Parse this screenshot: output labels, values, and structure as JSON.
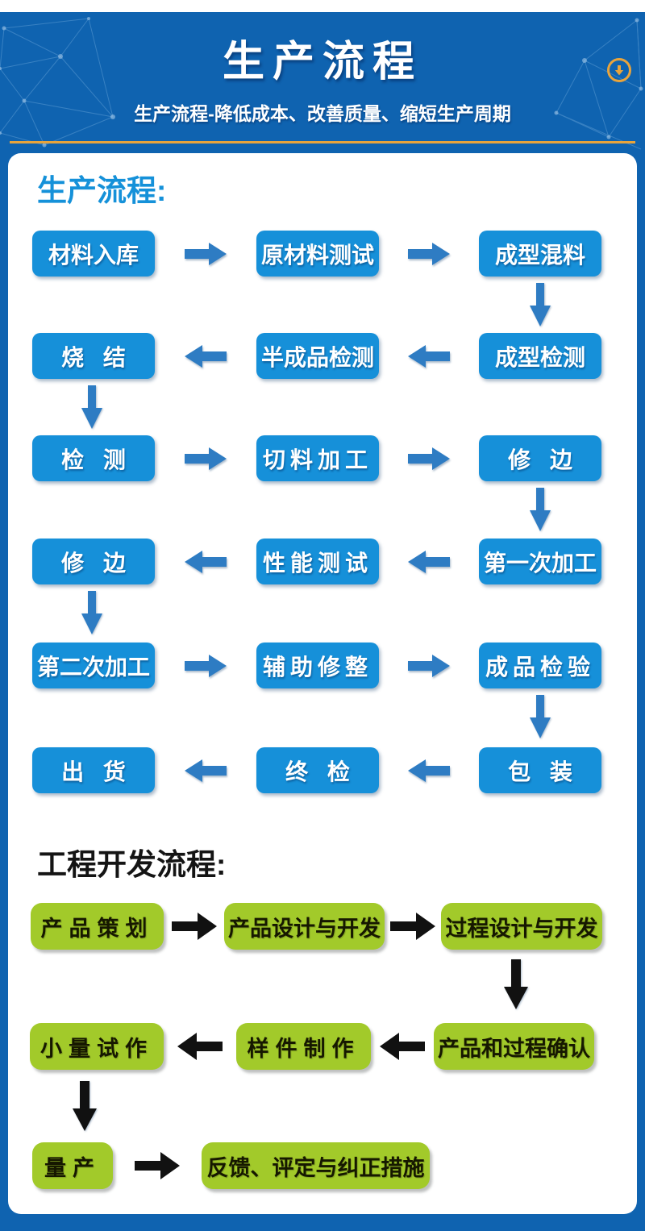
{
  "page": {
    "top_strip_color": "#ffffff",
    "frame_color": "#0f63b0",
    "bottom_bar_color": "#0f63b0"
  },
  "header": {
    "title": "生产流程",
    "subtitle": "生产流程-降低成本、改善质量、缩短生产周期",
    "accent_line_color": "#e8a43c",
    "icon": "circle-down-arrow-icon",
    "icon_color": "#e9a43c",
    "background_color": "#0f63b0"
  },
  "production_flow": {
    "heading": "生产流程:",
    "heading_color": "#1591d9",
    "box_color": "#1690d9",
    "box_text_color": "#ffffff",
    "arrow_color": "#2e7cc3",
    "rows": [
      {
        "cells": [
          "材料入库",
          "原材料测试",
          "成型混料"
        ],
        "arrows": "right",
        "drop_after": "right"
      },
      {
        "cells": [
          "烧 结",
          "半成品检测",
          "成型检测"
        ],
        "arrows": "left",
        "drop_after": "left"
      },
      {
        "cells": [
          "检 测",
          "切料加工",
          "修 边"
        ],
        "arrows": "right",
        "drop_after": "right"
      },
      {
        "cells": [
          "修 边",
          "性能测试",
          "第一次加工"
        ],
        "arrows": "left",
        "drop_after": "left"
      },
      {
        "cells": [
          "第二次加工",
          "辅助修整",
          "成品检验"
        ],
        "arrows": "right",
        "drop_after": "right"
      },
      {
        "cells": [
          "出 货",
          "终 检",
          "包 装"
        ],
        "arrows": "left",
        "drop_after": null
      }
    ]
  },
  "engineering_flow": {
    "heading": "工程开发流程:",
    "heading_color": "#141414",
    "box_color": "#a2ca2a",
    "box_text_color": "#161800",
    "arrow_color": "#111111",
    "rows": [
      {
        "cells": [
          "产品策划",
          "产品设计与开发",
          "过程设计与开发"
        ],
        "arrows": "right",
        "drop_after": "right"
      },
      {
        "cells": [
          "小量试作",
          "样件制作",
          "产品和过程确认"
        ],
        "arrows": "left",
        "drop_after": "left"
      },
      {
        "cells": [
          "量产",
          "反馈、评定与纠正措施"
        ],
        "arrows": "right",
        "drop_after": null
      }
    ]
  }
}
